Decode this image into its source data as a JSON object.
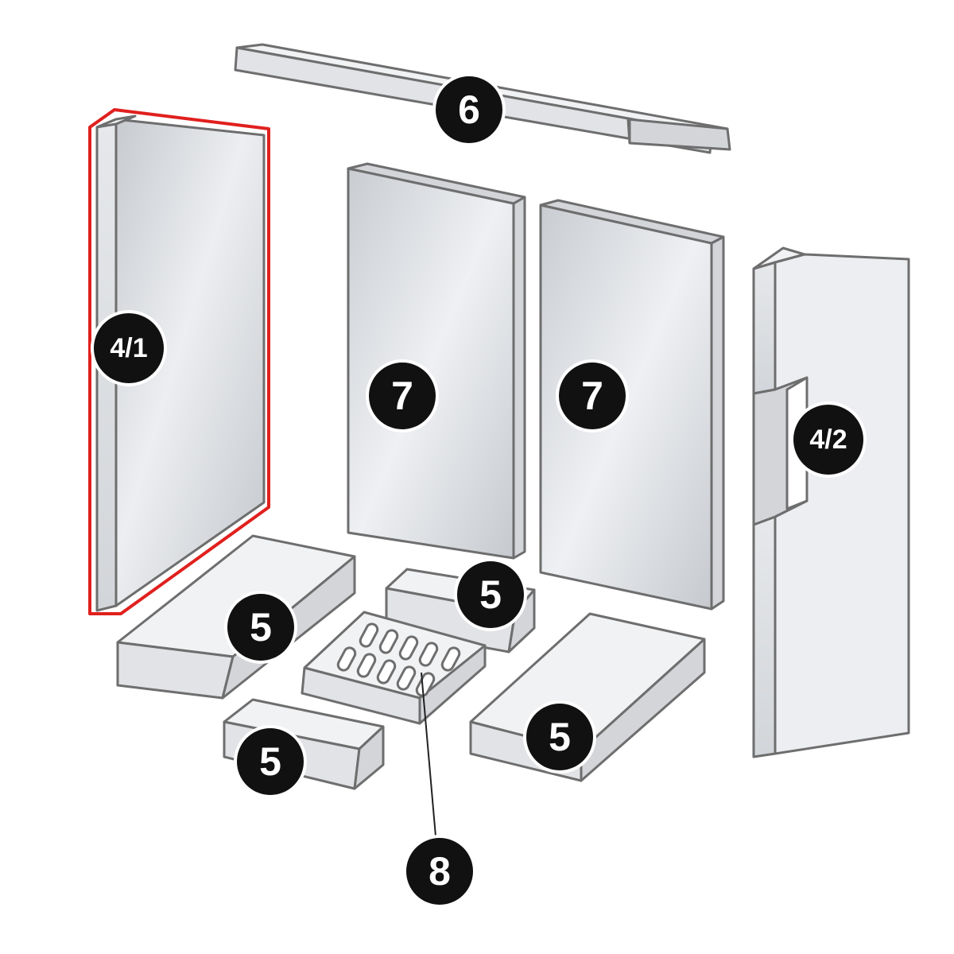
{
  "parts": [
    {
      "id": "side-left",
      "label": "4/1",
      "selected": true
    },
    {
      "id": "top-baffle",
      "label": "6"
    },
    {
      "id": "back-left",
      "label": "7"
    },
    {
      "id": "back-right",
      "label": "7"
    },
    {
      "id": "side-right",
      "label": "4/2"
    },
    {
      "id": "floor-left",
      "label": "5"
    },
    {
      "id": "floor-back",
      "label": "5"
    },
    {
      "id": "floor-front",
      "label": "5"
    },
    {
      "id": "floor-right",
      "label": "5"
    },
    {
      "id": "grate",
      "label": "8"
    }
  ],
  "colors": {
    "selection_outline": "#e0201e",
    "badge_fill": "#111111",
    "badge_text": "#ffffff",
    "part_edge": "#6e6e6e"
  }
}
